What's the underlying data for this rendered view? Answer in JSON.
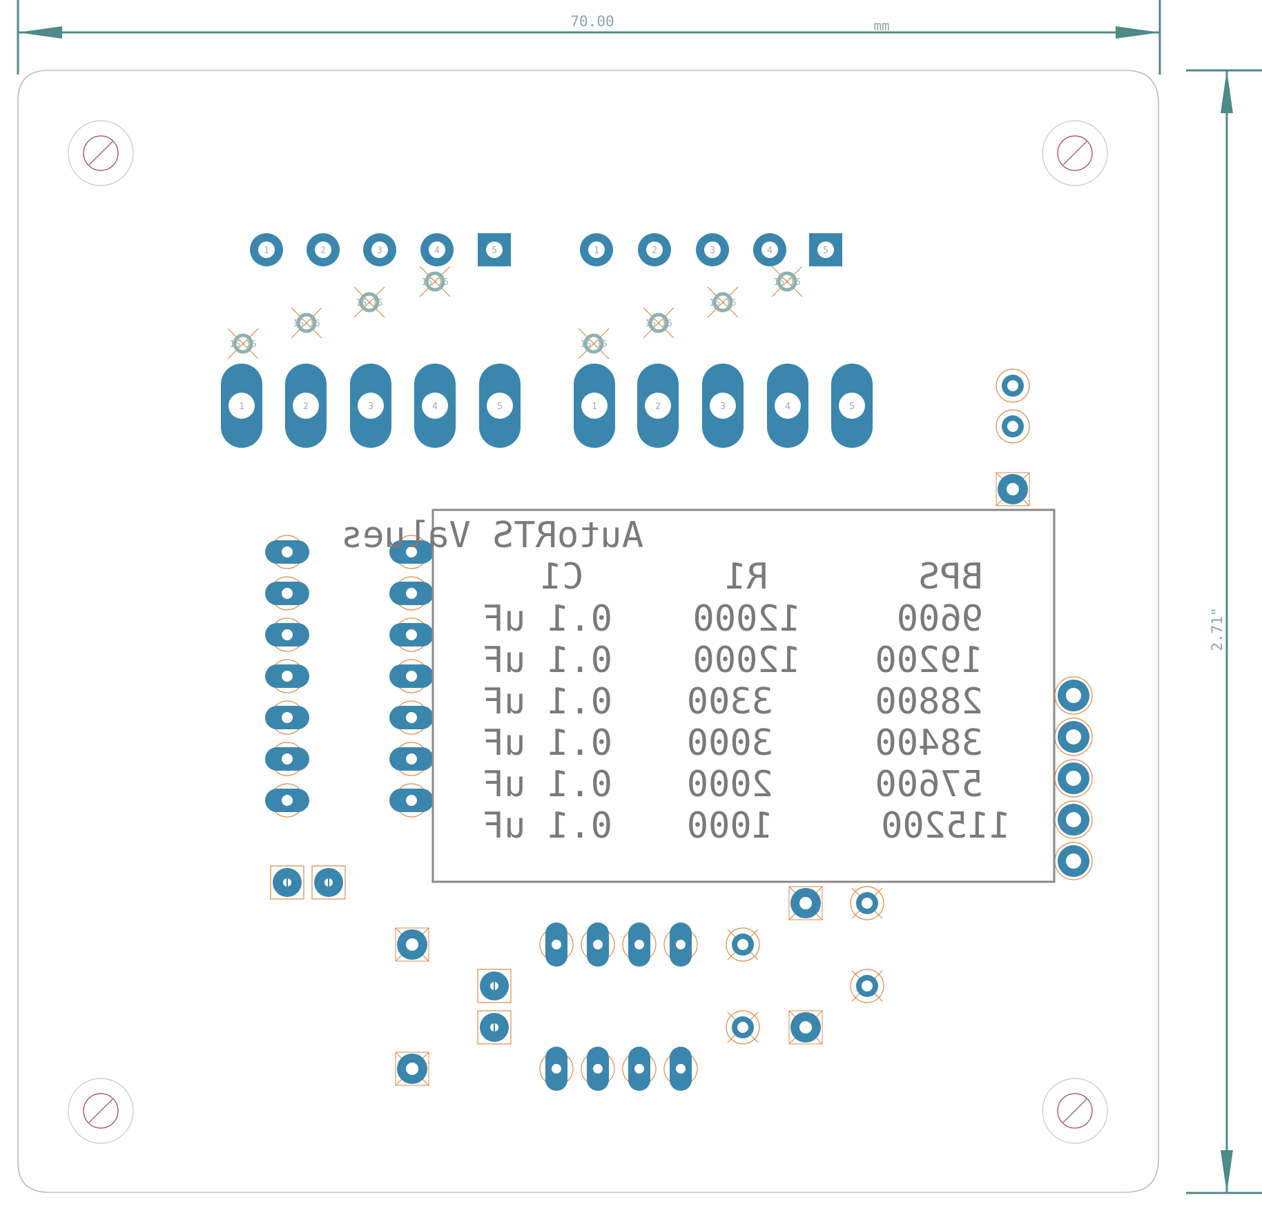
{
  "dimensions": {
    "width_label": "70.00",
    "width_unit": "mm",
    "height_label": "2.71\""
  },
  "table": {
    "title": "AutoRTS Values",
    "headers": [
      "BPS",
      "R1",
      "C1"
    ],
    "rows": [
      [
        "9600",
        "12000",
        "0.1 uF"
      ],
      [
        "19200",
        "12000",
        "0.1 uF"
      ],
      [
        "28800",
        "3300",
        "0.1 uF"
      ],
      [
        "38400",
        "3000",
        "0.1 uF"
      ],
      [
        "57600",
        "2000",
        "0.1 uF"
      ],
      [
        "115200",
        "1000",
        "0.1 uF"
      ]
    ]
  },
  "header_pins": [
    "1",
    "2",
    "3",
    "4",
    "5"
  ],
  "via_label": "16-16",
  "colors": {
    "outline": "#bdbdbd",
    "copper": "#3a86ad",
    "silk": "#7a7a7a",
    "dimension": "#4d8a88",
    "keepout": "#e08a45",
    "mount_hole": "#a04060",
    "drill": "#ffffff"
  }
}
